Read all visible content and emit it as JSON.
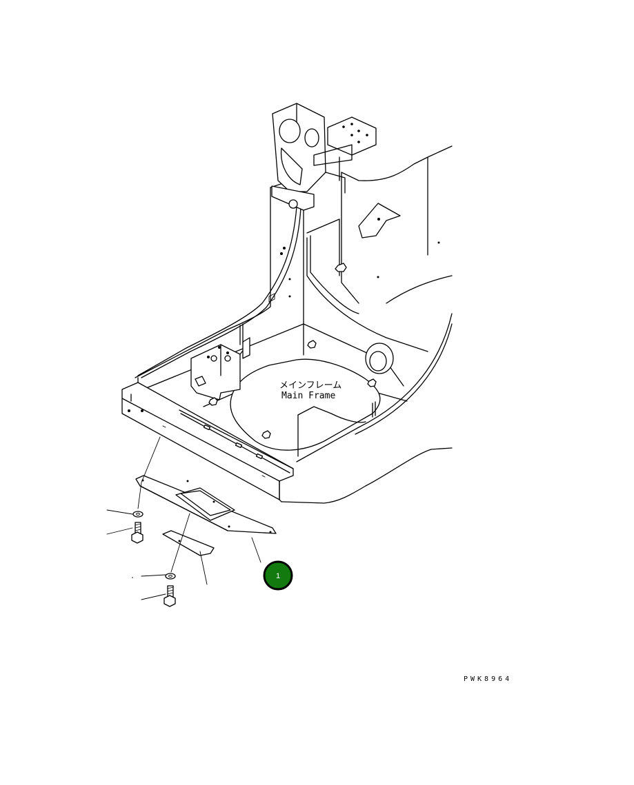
{
  "diagram": {
    "label_jp": "メインフレーム",
    "label_en": "Main Frame",
    "drawing_code": "PWK8964",
    "callout": {
      "number": "1",
      "fill": "#137a0f",
      "stroke": "#000000"
    }
  }
}
